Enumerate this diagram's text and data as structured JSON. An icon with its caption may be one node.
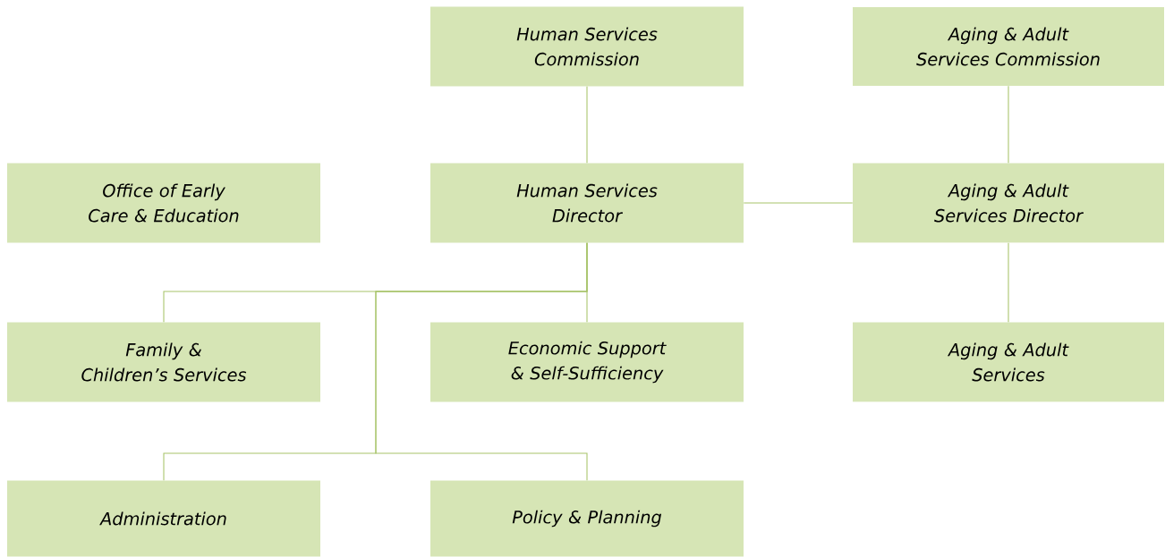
{
  "diagram": {
    "nodes": [
      {
        "text": [
          "Human Services Commission"
        ]
      },
      {
        "text": [
          "Aging & Adult Services Commission"
        ]
      },
      {
        "text": [
          "Office of Early Care & Education"
        ]
      },
      {
        "text": [
          "Human Services Director"
        ]
      },
      {
        "text": [
          "Aging & Adult Services Director"
        ]
      },
      {
        "text": [
          "Family & Children’s Services"
        ]
      },
      {
        "text": [
          "Economic Support & Self-Sufficiency"
        ]
      },
      {
        "text": [
          "Aging & Adult Services"
        ]
      },
      {
        "text": [
          "Administration"
        ]
      },
      {
        "text": [
          "Policy & Planning"
        ]
      }
    ],
    "edges": [
      {
        "from": 0,
        "to": 3,
        "arrow": "none"
      },
      {
        "from": 1,
        "to": 4,
        "arrow": "none"
      },
      {
        "from": 3,
        "to": 4,
        "arrow": "none"
      },
      {
        "from": 4,
        "to": 7,
        "arrow": "none"
      },
      {
        "from": 3,
        "to": 5,
        "arrow": "none"
      },
      {
        "from": 3,
        "to": 6,
        "arrow": "none"
      },
      {
        "from": 3,
        "to": 8,
        "arrow": "none"
      },
      {
        "from": 3,
        "to": 9,
        "arrow": "none"
      }
    ]
  }
}
